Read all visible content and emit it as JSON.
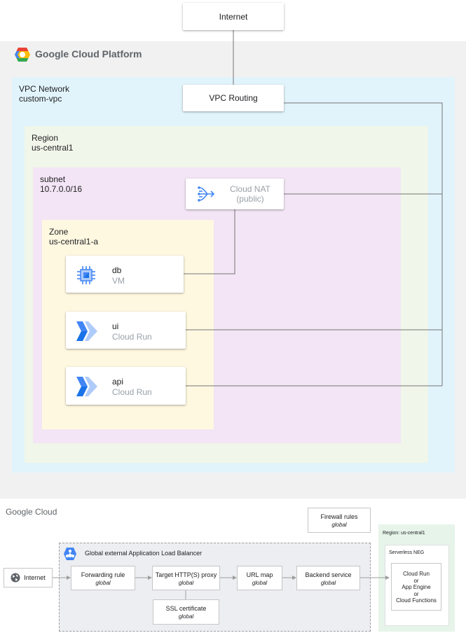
{
  "top": {
    "internet": "Internet",
    "gcp_title": "Google Cloud Platform",
    "vpc": {
      "line1": "VPC Network",
      "line2": "custom-vpc"
    },
    "vpc_routing": "VPC Routing",
    "region": {
      "line1": "Region",
      "line2": "us-central1"
    },
    "subnet": {
      "line1": "subnet",
      "line2": "10.7.0.0/16"
    },
    "cloud_nat": {
      "line1": "Cloud NAT",
      "line2": "(public)"
    },
    "zone": {
      "line1": "Zone",
      "line2": "us-central1-a"
    },
    "services": [
      {
        "name": "db",
        "type": "VM",
        "icon": "compute-engine-icon"
      },
      {
        "name": "ui",
        "type": "Cloud Run",
        "icon": "cloud-run-icon"
      },
      {
        "name": "api",
        "type": "Cloud Run",
        "icon": "cloud-run-icon"
      }
    ]
  },
  "bottom": {
    "brand": "Google Cloud",
    "firewall": {
      "title": "Firewall rules",
      "sub": "global"
    },
    "lb_title": "Global external Application Load Balancer",
    "internet": "Internet",
    "forwarding": {
      "title": "Forwarding rule",
      "sub": "global"
    },
    "proxy": {
      "title": "Target HTTP(S) proxy",
      "sub": "global"
    },
    "urlmap": {
      "title": "URL map",
      "sub": "global"
    },
    "backend": {
      "title": "Backend service",
      "sub": "global"
    },
    "ssl": {
      "title": "SSL certificate",
      "sub": "global"
    },
    "region_label": "Region: us-central1",
    "neg_label": "Serverless NEG",
    "neg_targets": [
      "Cloud Run",
      "or",
      "App Engine",
      "or",
      "Cloud Functions"
    ]
  },
  "colors": {
    "gcp_bg": "#f1f1f1",
    "vpc_bg": "#e1f4fb",
    "region_bg": "#f0f6e9",
    "subnet_bg": "#f3e5f5",
    "zone_bg": "#fff8e1",
    "cloud_run_blue": "#4285f4",
    "lb_bg": "#eceef1",
    "region_lb_bg": "#e6f4ea"
  }
}
